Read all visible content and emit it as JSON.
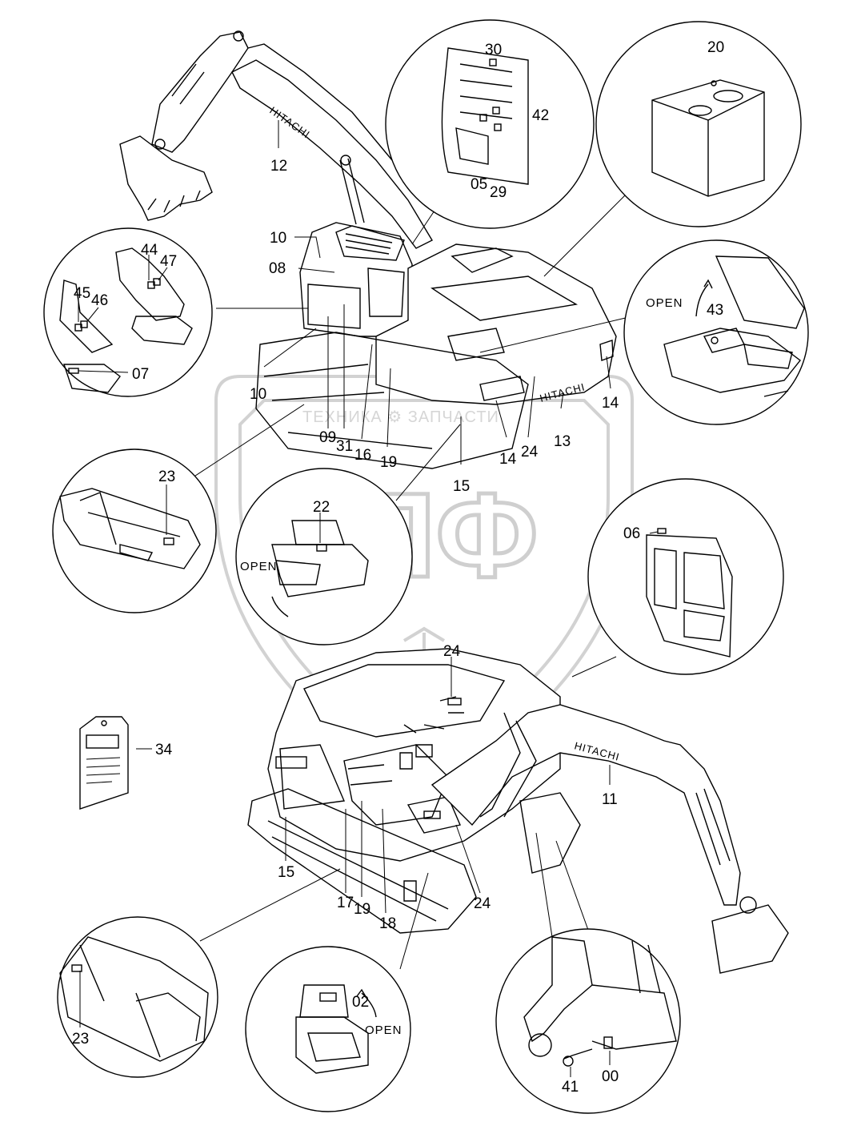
{
  "watermark": {
    "caption": "ТЕХНИКА ⚙ ЗАПЧАСТИ",
    "letters": "ЭПФ"
  },
  "labels": {
    "l30": "30",
    "l42": "42",
    "l05": "05",
    "l29": "29",
    "l20": "20",
    "l12": "12",
    "l10a": "10",
    "l08": "08",
    "l10b": "10",
    "l09": "09",
    "l31": "31",
    "l16": "16",
    "l19a": "19",
    "l15a": "15",
    "l14a": "14",
    "l24a": "24",
    "l13": "13",
    "l14b": "14",
    "l43": "43",
    "l44": "44",
    "l47": "47",
    "l45": "45",
    "l46": "46",
    "l07": "07",
    "l23a": "23",
    "l22": "22",
    "l06": "06",
    "l24b": "24",
    "l34": "34",
    "l11": "11",
    "l15b": "15",
    "l17": "17",
    "l19b": "19",
    "l18": "18",
    "l24c": "24",
    "l23b": "23",
    "l02": "02",
    "l41": "41",
    "l00": "00"
  },
  "words": {
    "open_engine": "OPEN",
    "open_toolbox": "OPEN",
    "open_battery": "OPEN",
    "brand_boom_top": "HITACHI",
    "brand_counterweight": "HITACHI",
    "brand_boom_bottom": "HITACHI"
  }
}
